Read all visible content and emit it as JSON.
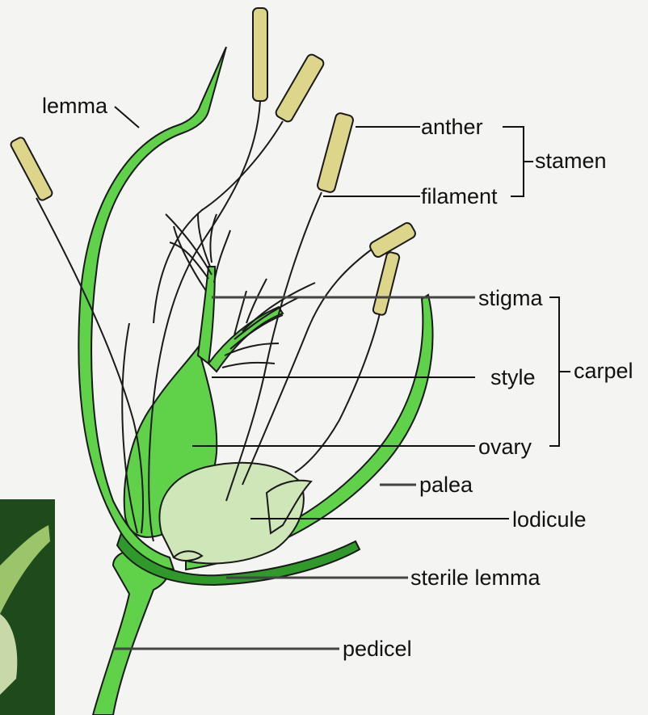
{
  "labels": {
    "lemma": "lemma",
    "anther": "anther",
    "filament": "filament",
    "stamen": "stamen",
    "stigma": "stigma",
    "style": "style",
    "ovary": "ovary",
    "carpel": "carpel",
    "palea": "palea",
    "lodicule": "lodicule",
    "sterile_lemma": "sterile lemma",
    "pedicel": "pedicel"
  },
  "colors": {
    "plant_green": "#5fd24a",
    "dark_green": "#2f9a2a",
    "lodicule_fill": "#cfe6b8",
    "anther_fill": "#dcd58a",
    "outline": "#1a1a1a",
    "background": "#f4f4f2"
  }
}
